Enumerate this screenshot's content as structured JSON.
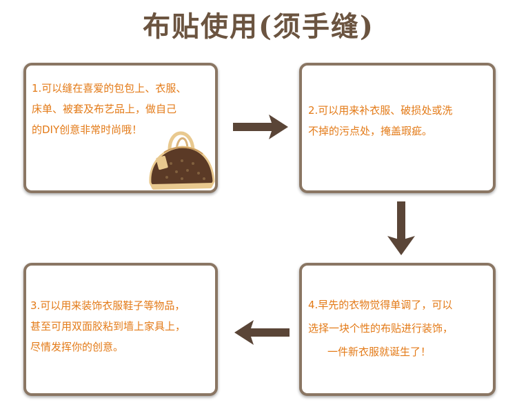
{
  "title": "布贴使用(须手缝)",
  "steps": [
    {
      "lines": [
        "1.可以缝在喜爱的包包上、衣服、",
        "床单、被套及布艺品上，做自己",
        "的DIY创意非常时尚哦！"
      ]
    },
    {
      "lines": [
        "2.可以用来补衣服、破损处或洗",
        "不掉的污点处，掩盖瑕疵。"
      ]
    },
    {
      "lines": [
        "3.可以用来装饰衣服鞋子等物品，",
        "甚至可用双面胶粘到墙上家具上，",
        "尽情发挥你的创意。"
      ]
    },
    {
      "lines": [
        "4.早先的衣物觉得单调了，可以",
        "选择一块个性的布贴进行装饰，",
        "一件新衣服就诞生了！"
      ]
    }
  ],
  "icons": [
    "handbag-image",
    "arrow-right-icon",
    "arrow-down-icon",
    "arrow-left-icon"
  ],
  "colors": {
    "title": "#6b5440",
    "text": "#e37a17",
    "border": "#8a7663",
    "arrow": "#5a4537"
  }
}
